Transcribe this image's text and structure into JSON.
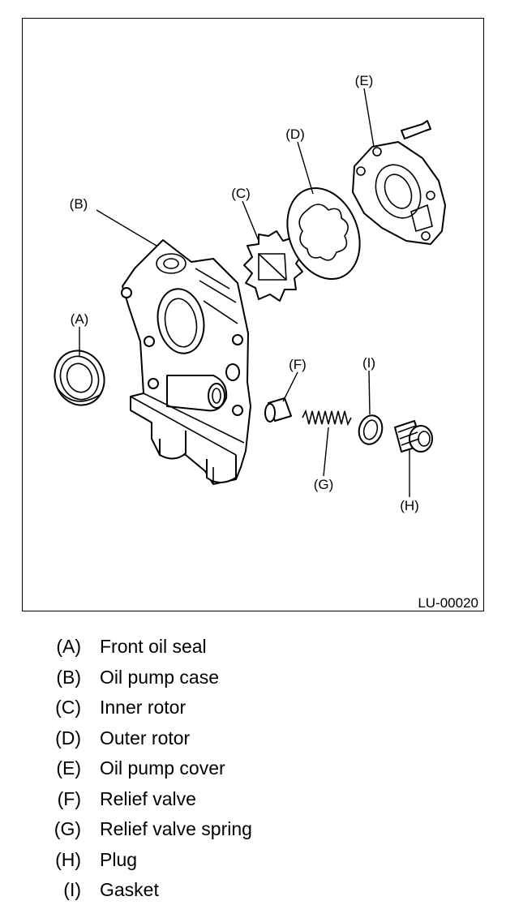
{
  "figure": {
    "code": "LU-00020",
    "callouts": {
      "a": "(A)",
      "b": "(B)",
      "c": "(C)",
      "d": "(D)",
      "e": "(E)",
      "f": "(F)",
      "g": "(G)",
      "h": "(H)",
      "i": "(I)"
    }
  },
  "legend": [
    {
      "key": "(A)",
      "text": "Front oil seal"
    },
    {
      "key": "(B)",
      "text": "Oil pump case"
    },
    {
      "key": "(C)",
      "text": "Inner rotor"
    },
    {
      "key": "(D)",
      "text": "Outer rotor"
    },
    {
      "key": "(E)",
      "text": "Oil pump cover"
    },
    {
      "key": "(F)",
      "text": "Relief valve"
    },
    {
      "key": "(G)",
      "text": "Relief valve spring"
    },
    {
      "key": "(H)",
      "text": "Plug"
    },
    {
      "key": "(I)",
      "text": "Gasket"
    }
  ]
}
